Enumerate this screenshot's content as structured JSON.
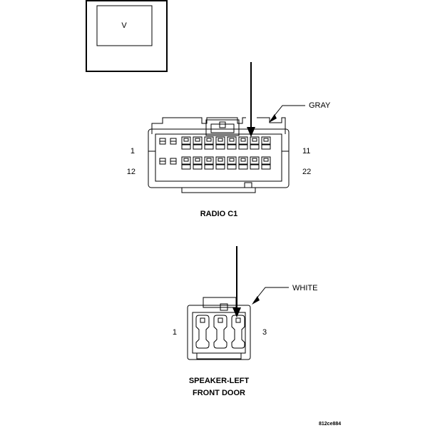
{
  "view_box": {
    "label": "V"
  },
  "radio_connector": {
    "color_label": "GRAY",
    "name": "RADIO C1",
    "pin_left_top": "1",
    "pin_left_bottom": "12",
    "pin_right_top": "11",
    "pin_right_bottom": "22",
    "top_row_cavities": 10,
    "bottom_row_cavities": 10,
    "indicated_cavity_index": 6
  },
  "speaker_connector": {
    "color_label": "WHITE",
    "name_line1": "SPEAKER-LEFT",
    "name_line2": "FRONT DOOR",
    "pin_left": "1",
    "pin_right": "3",
    "cavities": 3,
    "indicated_cavity_index": 2
  },
  "figure_code": "812ce884"
}
